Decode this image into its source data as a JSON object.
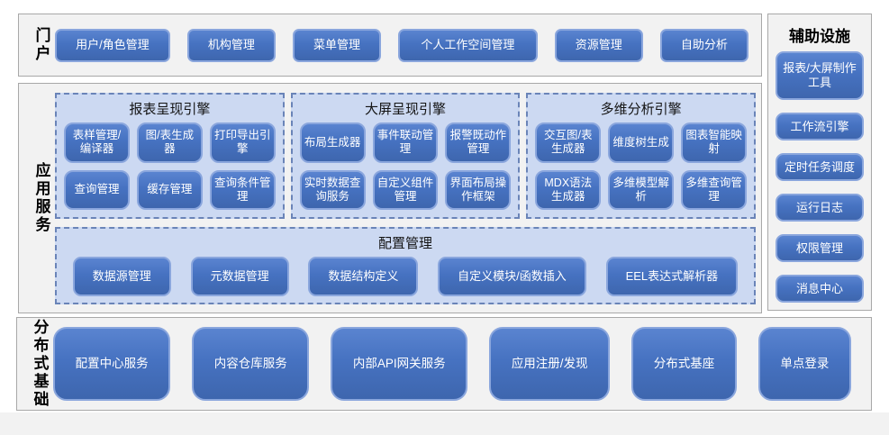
{
  "colors": {
    "node_fill": "#4672c1",
    "node_border": "#8aa6dd",
    "node_text": "#ffffff",
    "container_fill": "#ccd9f2",
    "container_border": "#6a84b8",
    "panel_fill": "#f2f2f2",
    "panel_border": "#a8a8a8"
  },
  "portal": {
    "label": "门户",
    "items": [
      "用户/角色管理",
      "机构管理",
      "菜单管理",
      "个人工作空间管理",
      "资源管理",
      "自助分析"
    ]
  },
  "app_services": {
    "label": "应用服务",
    "engines": [
      {
        "title": "报表呈现引擎",
        "items": [
          "表样管理/编译器",
          "图/表生成器",
          "打印导出引擎",
          "查询管理",
          "缓存管理",
          "查询条件管理"
        ]
      },
      {
        "title": "大屏呈现引擎",
        "items": [
          "布局生成器",
          "事件联动管理",
          "报警既动作管理",
          "实时数据查询服务",
          "自定义组件管理",
          "界面布局操作框架"
        ]
      },
      {
        "title": "多维分析引擎",
        "items": [
          "交互图/表生成器",
          "维度树生成",
          "图表智能映射",
          "MDX语法生成器",
          "多维模型解析",
          "多维查询管理"
        ]
      }
    ],
    "config": {
      "title": "配置管理",
      "items": [
        "数据源管理",
        "元数据管理",
        "数据结构定义",
        "自定义模块/函数插入",
        "EEL表达式解析器"
      ]
    }
  },
  "auxiliary": {
    "title": "辅助设施",
    "items": [
      "报表/大屏制作工具",
      "工作流引擎",
      "定时任务调度",
      "运行日志",
      "权限管理",
      "消息中心"
    ]
  },
  "distributed": {
    "label": "分布式基础",
    "items": [
      "配置中心服务",
      "内容仓库服务",
      "内部API网关服务",
      "应用注册/发现",
      "分布式基座",
      "单点登录"
    ]
  }
}
